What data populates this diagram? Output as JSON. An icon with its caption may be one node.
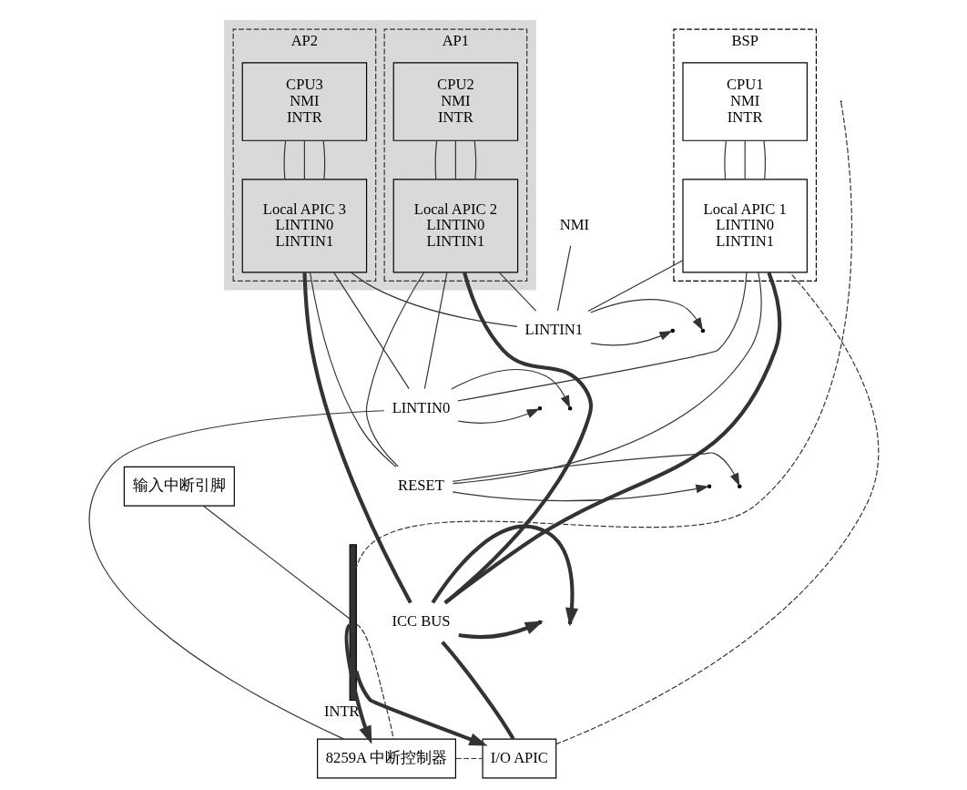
{
  "diagram": {
    "nodes": [
      {
        "text": [
          "BSP"
        ]
      },
      {
        "text": [
          "CPU1",
          "NMI",
          "INTR"
        ],
        "in": 0
      },
      {
        "text": [
          "Local APIC 1",
          "LINTIN0",
          "LINTIN1"
        ],
        "in": 0
      },
      {
        "text": [],
        "shape": "box"
      },
      {
        "text": [
          "AP1"
        ],
        "in": 3
      },
      {
        "text": [
          "CPU2",
          "NMI",
          "INTR"
        ],
        "in": 4
      },
      {
        "text": [
          "Local APIC 2",
          "LINTIN0",
          "LINTIN1"
        ],
        "in": 4
      },
      {
        "text": [
          "AP2"
        ],
        "in": 3
      },
      {
        "text": [
          "CPU3",
          "NMI",
          "INTR"
        ],
        "in": 7
      },
      {
        "text": [
          "Local APIC 3",
          "LINTIN0",
          "LINTIN1"
        ],
        "in": 7
      },
      {
        "text": [
          "LINTIN1"
        ]
      },
      {
        "text": [
          "LINTIN0"
        ]
      },
      {
        "text": [
          "RESET"
        ]
      },
      {
        "text": [
          "ICC BUS"
        ]
      },
      {
        "text": [
          "NMI"
        ]
      },
      {
        "text": [
          "8259A 中断控制器"
        ]
      },
      {
        "text": [
          "I/O APIC"
        ]
      },
      {
        "text": [],
        "shape": "bar"
      },
      {
        "text": [
          "输入中断引脚"
        ]
      }
    ],
    "edges": [
      {
        "from": 1,
        "to": 2,
        "arrow": "none"
      },
      {
        "from": 1,
        "to": 2,
        "arrow": "none"
      },
      {
        "from": 1,
        "to": 2,
        "arrow": "none"
      },
      {
        "from": 5,
        "to": 6,
        "arrow": "none"
      },
      {
        "from": 5,
        "to": 6,
        "arrow": "none"
      },
      {
        "from": 5,
        "to": 6,
        "arrow": "none"
      },
      {
        "from": 8,
        "to": 9,
        "arrow": "none"
      },
      {
        "from": 8,
        "to": 9,
        "arrow": "none"
      },
      {
        "from": 8,
        "to": 9,
        "arrow": "none"
      },
      {
        "from": 2,
        "to": 11,
        "arrow": "none"
      },
      {
        "from": 2,
        "to": 12,
        "arrow": "none"
      },
      {
        "from": 2,
        "to": 13,
        "arrow": "none",
        "style": "thick"
      },
      {
        "from": 2,
        "to": 10,
        "arrow": "none"
      },
      {
        "from": 6,
        "to": 11,
        "arrow": "none"
      },
      {
        "from": 6,
        "to": 12,
        "arrow": "none"
      },
      {
        "from": 6,
        "to": 13,
        "arrow": "none",
        "style": "thick"
      },
      {
        "from": 6,
        "to": 10,
        "arrow": "none"
      },
      {
        "from": 9,
        "to": 11,
        "arrow": "none"
      },
      {
        "from": 9,
        "to": 12,
        "arrow": "none"
      },
      {
        "from": 9,
        "to": 13,
        "arrow": "none",
        "style": "thick"
      },
      {
        "from": 9,
        "to": 10,
        "arrow": "none"
      },
      {
        "from": 14,
        "to": 10,
        "arrow": "none"
      },
      {
        "from": 15,
        "to": 11,
        "arrow": "none",
        "label": "INTR"
      },
      {
        "from": 16,
        "to": 13,
        "arrow": "none",
        "style": "thick"
      },
      {
        "from": 18,
        "to": 17,
        "arrow": "none"
      },
      {
        "from": 17,
        "to": 15,
        "arrow": "to",
        "style": "thick"
      },
      {
        "from": 17,
        "to": 16,
        "arrow": "to",
        "style": "thick"
      },
      {
        "from": 10,
        "to": null,
        "arrow": "to"
      },
      {
        "from": 10,
        "to": null,
        "arrow": "to"
      },
      {
        "from": 11,
        "to": null,
        "arrow": "to"
      },
      {
        "from": 11,
        "to": null,
        "arrow": "to"
      },
      {
        "from": 12,
        "to": null,
        "arrow": "to"
      },
      {
        "from": 12,
        "to": null,
        "arrow": "to"
      },
      {
        "from": 13,
        "to": null,
        "arrow": "to",
        "style": "thick"
      },
      {
        "from": 13,
        "to": null,
        "arrow": "to",
        "style": "thick"
      },
      {
        "from": null,
        "to": 17,
        "arrow": "none",
        "style": "dashed"
      },
      {
        "from": 17,
        "to": 15,
        "arrow": "none",
        "style": "dashed"
      },
      {
        "from": 15,
        "to": 16,
        "arrow": "none",
        "style": "dashed"
      },
      {
        "from": 16,
        "to": 2,
        "arrow": "none",
        "style": "dashed"
      }
    ]
  }
}
